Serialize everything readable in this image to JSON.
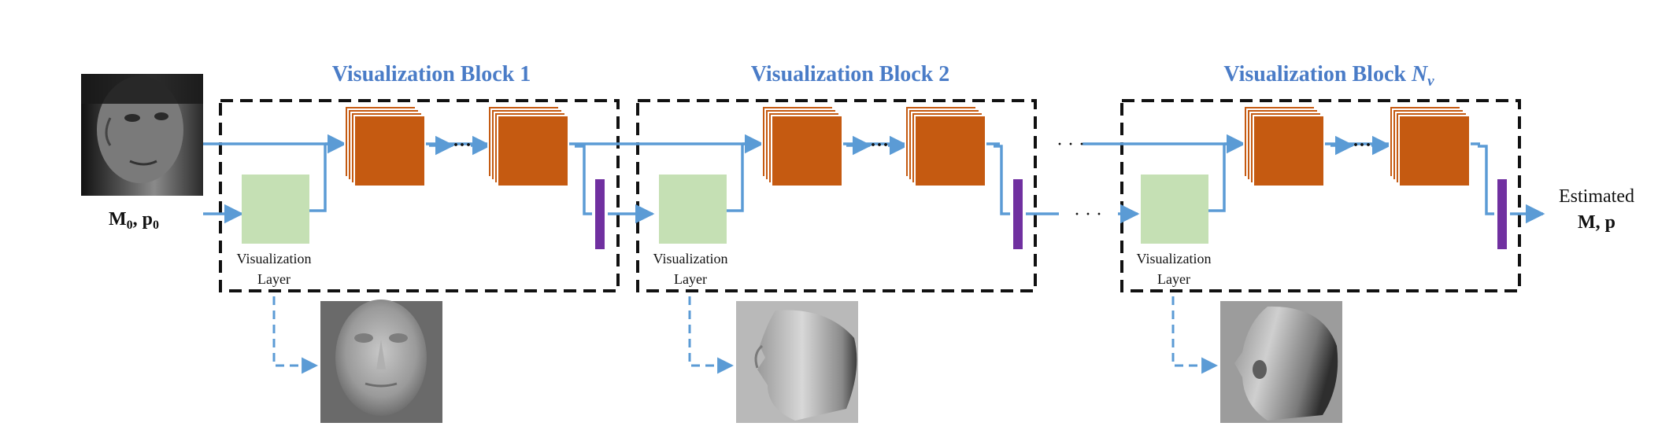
{
  "colors": {
    "flow": "#5b9bd5",
    "title": "#4a7cc7",
    "feature_map": "#c55a11",
    "visualization_layer": "#c5e0b4",
    "concat_bar": "#7030a0",
    "block_border": "#111111"
  },
  "blocks": [
    {
      "title_prefix": "Visualization Block 1",
      "title_var": "",
      "title_sub": "",
      "layer_label_1": "Visualization",
      "layer_label_2": "Layer",
      "face_name": "frontal-rendered-face-icon"
    },
    {
      "title_prefix": "Visualization Block 2",
      "title_var": "",
      "title_sub": "",
      "layer_label_1": "Visualization",
      "layer_label_2": "Layer",
      "face_name": "left-profile-rendered-face-icon"
    },
    {
      "title_prefix": "Visualization Block ",
      "title_var": "N",
      "title_sub": "v",
      "layer_label_1": "Visualization",
      "layer_label_2": "Layer",
      "face_name": "three-quarter-rendered-face-icon"
    }
  ],
  "input": {
    "photo_name": "input-face-photo",
    "label_M": "M",
    "label_p": "p",
    "sub": "0",
    "sep": ", "
  },
  "output": {
    "line1": "Estimated",
    "line2": "M, p"
  },
  "ellipsis": {
    "inner": "···",
    "between": "· · ·"
  }
}
